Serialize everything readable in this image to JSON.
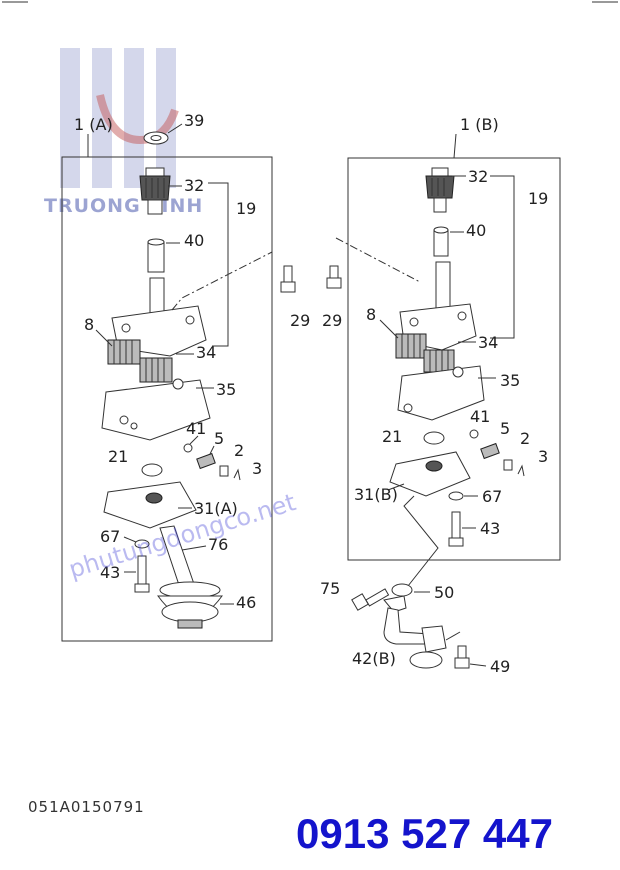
{
  "logo": {
    "text": "TRUONG LINH"
  },
  "watermark": {
    "text": "phutungdongco.net"
  },
  "drawing_code": "051A0150791",
  "phone": "0913 527 447",
  "assemblies": {
    "a": {
      "title": "1 (A)"
    },
    "b": {
      "title": "1 (B)"
    }
  },
  "labels": {
    "p39": "39",
    "a32": "32",
    "a19": "19",
    "a40": "40",
    "a8": "8",
    "a34": "34",
    "a35": "35",
    "a41": "41",
    "a5": "5",
    "a2": "2",
    "a3": "3",
    "a21": "21",
    "a31": "31(A)",
    "a67": "67",
    "a76": "76",
    "a43": "43",
    "a46": "46",
    "p29a": "29",
    "p29b": "29",
    "b32": "32",
    "b19": "19",
    "b40": "40",
    "b8": "8",
    "b34": "34",
    "b35": "35",
    "b41": "41",
    "b5": "5",
    "b2": "2",
    "b3": "3",
    "b21": "21",
    "b31": "31(B)",
    "b67": "67",
    "b43": "43",
    "p75": "75",
    "p50": "50",
    "p42": "42(B)",
    "p49": "49"
  },
  "colors": {
    "phone": "#1414cc",
    "watermark": "#3b3bd6",
    "logo": "#7b86c4"
  }
}
